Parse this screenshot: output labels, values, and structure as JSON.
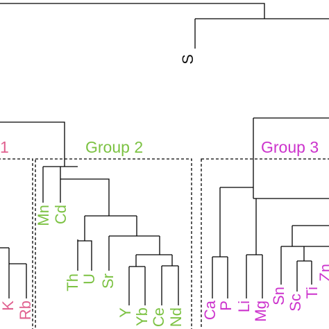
{
  "colors": {
    "group1": "#e0608f",
    "group2": "#7cc243",
    "group3": "#cc33cc",
    "outlier": "#111111",
    "lines": "#000000",
    "box": "#000000"
  },
  "groups": {
    "group1": {
      "title": "1"
    },
    "group2": {
      "title": "Group 2"
    },
    "group3": {
      "title": "Group 3"
    }
  },
  "outlier": {
    "label": "S"
  },
  "leaves": {
    "group1": [
      "K",
      "Rb"
    ],
    "group2": [
      "Mn",
      "Cd",
      "Th",
      "U",
      "Sr",
      "Y",
      "Yb",
      "Ce",
      "Nd"
    ],
    "group3": [
      "Ca",
      "P",
      "Li",
      "Mg",
      "Sn",
      "Sc",
      "Ti",
      "Zn"
    ]
  }
}
